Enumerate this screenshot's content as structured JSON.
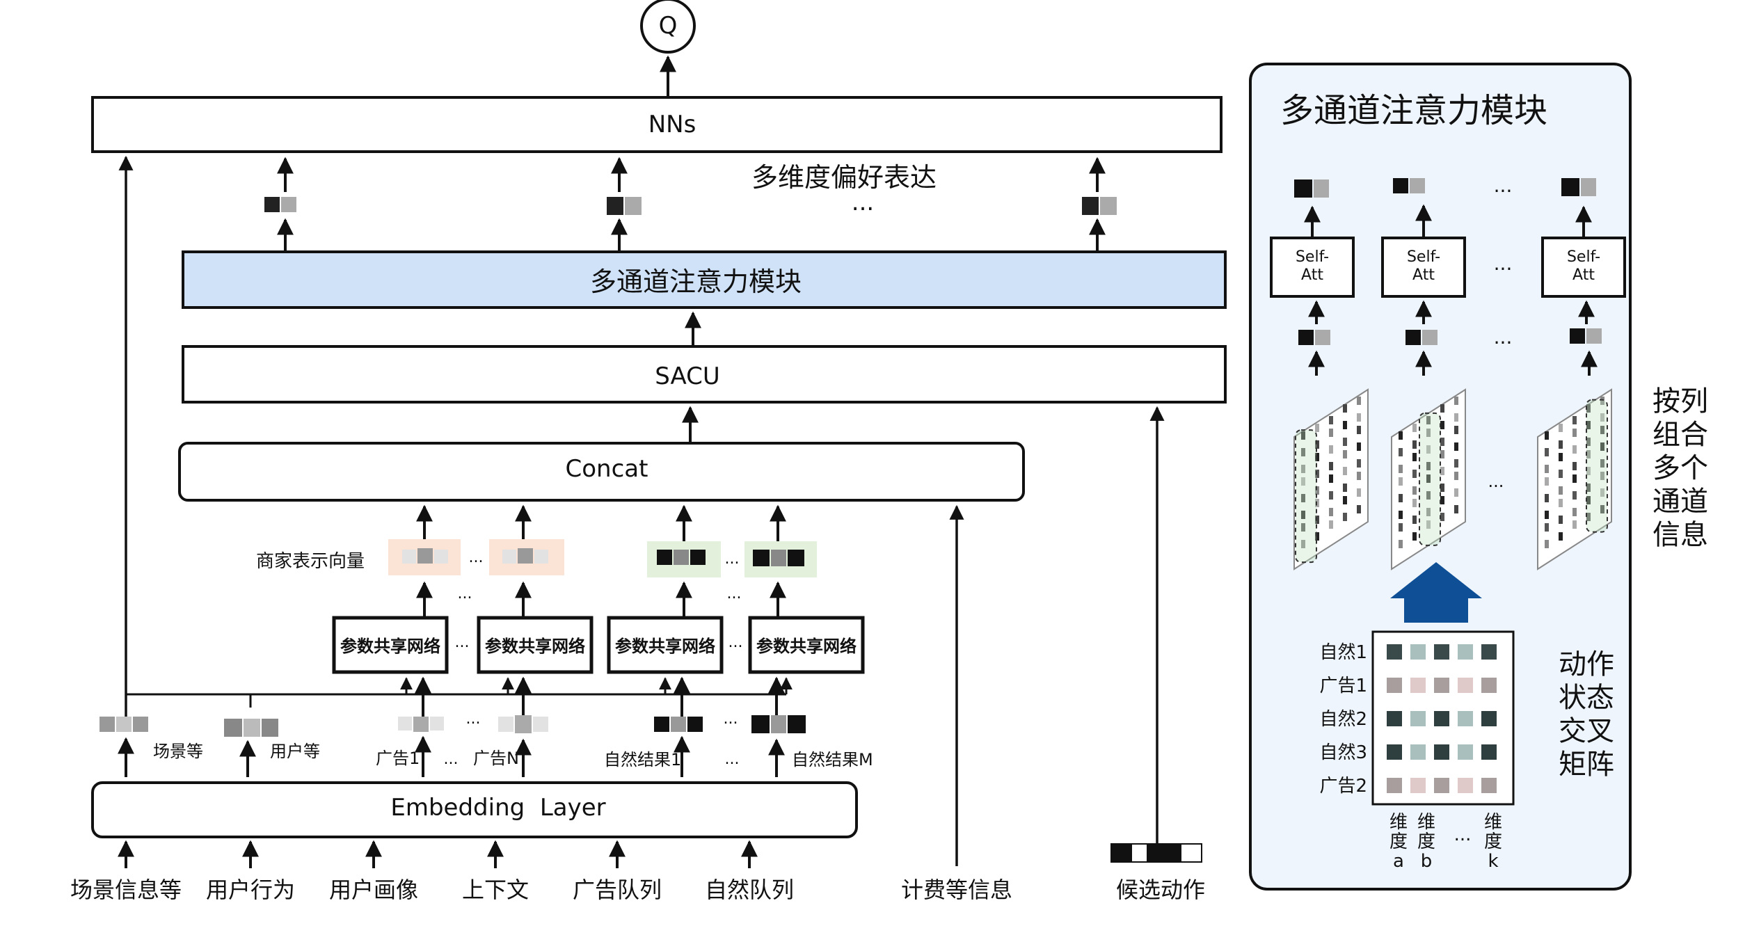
{
  "q_label": "Q",
  "nns_label": "NNs",
  "pref_label": "多维度偏好表达",
  "ellipsis": "...",
  "mca_label": "多通道注意力模块",
  "sacu_label": "SACU",
  "concat_label": "Concat",
  "merchant_vector_label": "商家表示向量",
  "param_share_label": "参数共享网络",
  "embedding_label": "Embedding  Layer",
  "mid_labels": {
    "scene": "场景等",
    "user": "用户等",
    "ad_1": "广告1",
    "ad_n": "广告N",
    "nat_1": "自然结果1",
    "nat_m": "自然结果M"
  },
  "bottom_inputs": [
    "场景信息等",
    "用户行为",
    "用户画像",
    "上下文",
    "广告队列",
    "自然队列"
  ],
  "billing_label": "计费等信息",
  "candidate_label": "候选动作",
  "panel": {
    "title": "多通道注意力模块",
    "self_att_label": "Self-\nAtt",
    "rows": [
      "自然1",
      "广告1",
      "自然2",
      "自然3",
      "广告2"
    ],
    "dims": [
      {
        "line1": "维",
        "line2": "度",
        "line3": "a"
      },
      {
        "line1": "维",
        "line2": "度",
        "line3": "b"
      },
      {
        "line1": "维",
        "line2": "度",
        "line3": "k"
      }
    ],
    "side_note_top": [
      "按列",
      "组合",
      "多个",
      "通道",
      "信息"
    ],
    "side_note_bottom": [
      "动作",
      "状态",
      "交叉",
      "矩阵"
    ]
  },
  "colors": {
    "highlight_blue": "#cfe2f8",
    "panel_bg": "#eef5fc",
    "accent_blue": "#0e4f96",
    "red_text": "#c0161c",
    "dark_cell": "#222222",
    "mid_cell": "#888888",
    "light_cell": "#c8c8c8",
    "pink_bg": "#fbe3d6",
    "green_bg": "#e3f0dc"
  }
}
